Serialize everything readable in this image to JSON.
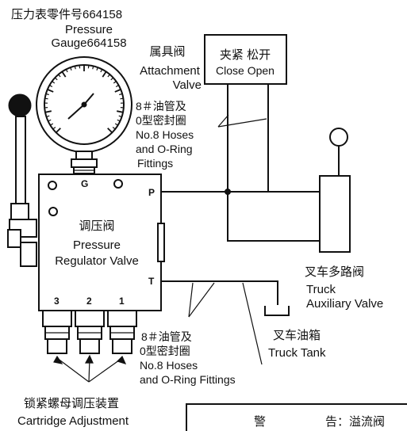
{
  "gauge_label": {
    "cn": "压力表零件号664158",
    "en1": "Pressure",
    "en2": "Gauge664158"
  },
  "attachment_valve": {
    "cn": "属具阀",
    "en1": "Attachment",
    "en2": "Valve"
  },
  "clamp_box": {
    "cn": "夹紧 松开",
    "en": "Close Open"
  },
  "hoses_top": {
    "cn1": "8＃油管及",
    "cn2": "0型密封圈",
    "en1": "No.8 Hoses",
    "en2": "and O-Ring",
    "en3": "Fittings"
  },
  "hoses_bottom": {
    "cn1": "8＃油管及",
    "cn2": "0型密封圈",
    "en1": "No.8 Hoses",
    "en2": "and O-Ring Fittings"
  },
  "regulator": {
    "cn": "调压阀",
    "en1": "Pressure",
    "en2": "Regulator Valve",
    "port_g": "G",
    "port_p": "P",
    "port_t": "T",
    "cart1": "1",
    "cart2": "2",
    "cart3": "3"
  },
  "truck_valve": {
    "cn": "叉车多路阀",
    "en1": "Truck",
    "en2": "Auxiliary Valve"
  },
  "truck_tank": {
    "cn": "叉车油箱",
    "en": "Truck Tank"
  },
  "cartridge": {
    "cn": "锁紧螺母调压装置",
    "en": "Cartridge Adjustment"
  },
  "warning": {
    "title1": "警",
    "title2": "告：溢流阀"
  },
  "colors": {
    "ink": "#111111",
    "paper": "#ffffff"
  }
}
